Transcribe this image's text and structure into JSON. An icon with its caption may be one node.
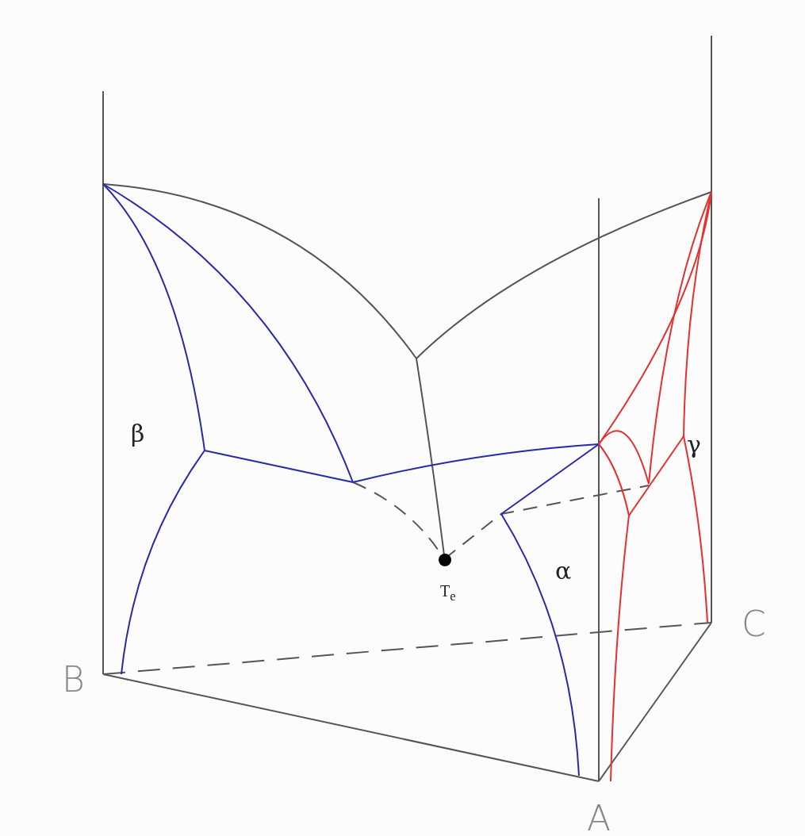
{
  "diagram": {
    "labels": [
      "β",
      "γ",
      "α",
      "T$_{e}$",
      "C",
      "B",
      "A"
    ]
  }
}
